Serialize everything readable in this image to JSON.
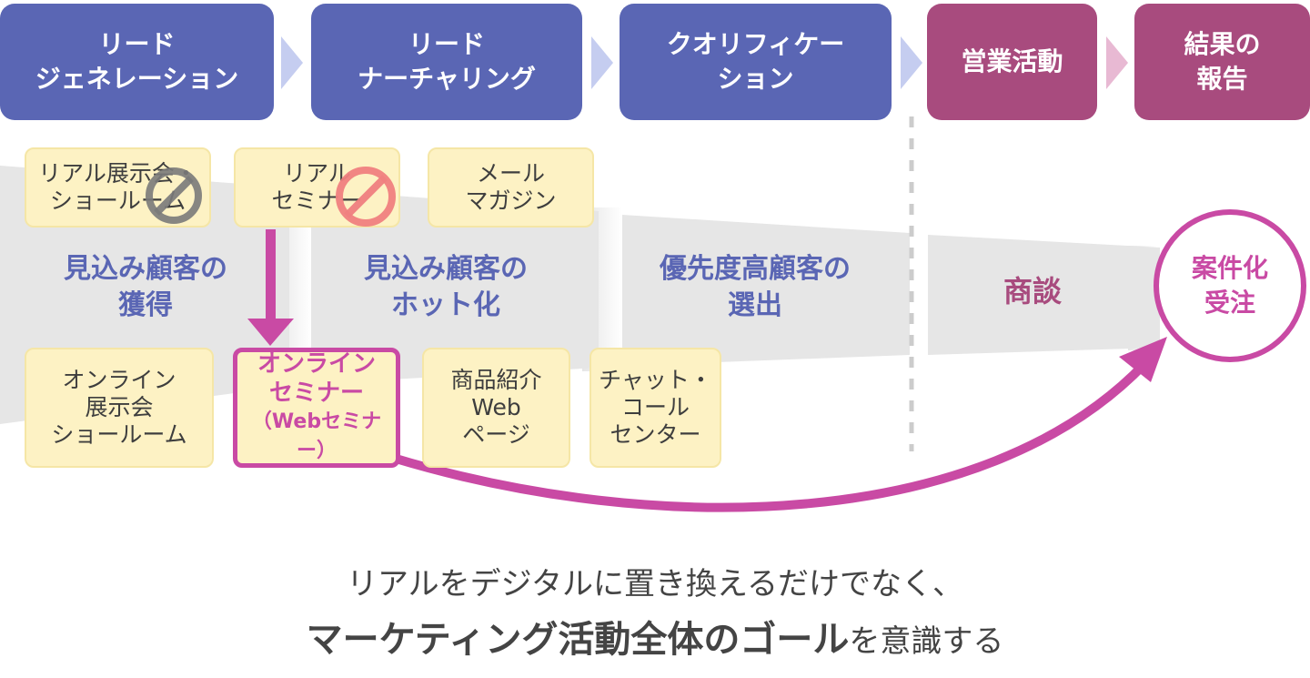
{
  "stages": [
    {
      "label": "リード\nジェネレーション",
      "color": "#5a66b4"
    },
    {
      "label": "リード\nナーチャリング",
      "color": "#5a66b4"
    },
    {
      "label": "クオリフィケー\nション",
      "color": "#5a66b4"
    },
    {
      "label": "営業活動",
      "color": "#a84b7e"
    },
    {
      "label": "結果の\n報告",
      "color": "#a84b7e"
    }
  ],
  "steps": [
    {
      "label": "見込み顧客の\n獲得"
    },
    {
      "label": "見込み顧客の\nホット化"
    },
    {
      "label": "優先度高顧客の\n選出"
    },
    {
      "label": "商談"
    }
  ],
  "goal": {
    "label": "案件化\n受注"
  },
  "offline_notes": [
    {
      "label": "リアル展示会・\nショールーム"
    },
    {
      "label": "リアル\nセミナー"
    },
    {
      "label": "メール\nマガジン"
    }
  ],
  "online_notes": [
    {
      "label": "オンライン\n展示会\nショールーム"
    },
    {
      "label": "オンライン\nセミナー",
      "sub": "（Webセミナー）"
    },
    {
      "label": "商品紹介\nWeb\nページ"
    },
    {
      "label": "チャット・\nコール\nセンター"
    }
  ],
  "caption": {
    "line1": "リアルをデジタルに置き換えるだけでなく、",
    "line2_bold": "マーケティング活動全体のゴール",
    "line2_rest": "を意識する"
  },
  "colors": {
    "accent": "#c94aa4",
    "stage_blue": "#5a66b4",
    "stage_magenta": "#a84b7e",
    "note_bg": "#fdf2c4",
    "funnel": "#e6e6e6"
  },
  "icons": [
    "prohibited-icon",
    "chevron-right-icon",
    "down-arrow",
    "curved-arrow"
  ]
}
